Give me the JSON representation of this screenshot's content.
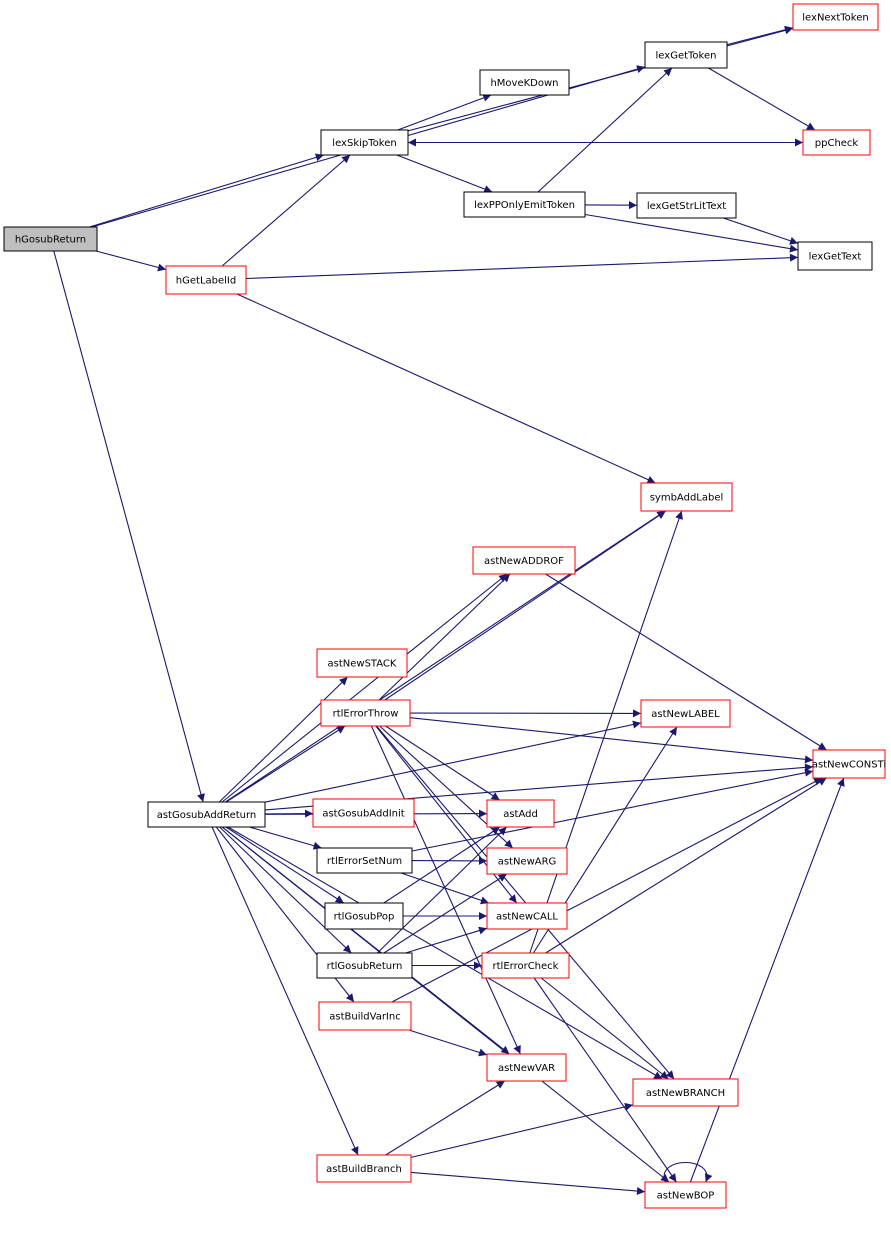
{
  "colors": {
    "edge": "#191970",
    "border_default": "#000000",
    "border_alert": "#ff0000",
    "fill_default": "#ffffff",
    "fill_root": "#bfbfbf"
  },
  "nodes": [
    {
      "id": "hGosubReturn",
      "label": "hGosubReturn",
      "style": "root"
    },
    {
      "id": "lexNextToken",
      "label": "lexNextToken",
      "style": "red"
    },
    {
      "id": "lexGetToken",
      "label": "lexGetToken",
      "style": "black"
    },
    {
      "id": "hMoveKDown",
      "label": "hMoveKDown",
      "style": "black"
    },
    {
      "id": "lexSkipToken",
      "label": "lexSkipToken",
      "style": "black"
    },
    {
      "id": "ppCheck",
      "label": "ppCheck",
      "style": "red"
    },
    {
      "id": "lexPPOnlyEmitToken",
      "label": "lexPPOnlyEmitToken",
      "style": "black"
    },
    {
      "id": "lexGetStrLitText",
      "label": "lexGetStrLitText",
      "style": "black"
    },
    {
      "id": "lexGetText",
      "label": "lexGetText",
      "style": "black"
    },
    {
      "id": "hGetLabelId",
      "label": "hGetLabelId",
      "style": "red"
    },
    {
      "id": "symbAddLabel",
      "label": "symbAddLabel",
      "style": "red"
    },
    {
      "id": "astNewADDROF",
      "label": "astNewADDROF",
      "style": "red"
    },
    {
      "id": "astNewSTACK",
      "label": "astNewSTACK",
      "style": "red"
    },
    {
      "id": "rtlErrorThrow",
      "label": "rtlErrorThrow",
      "style": "red"
    },
    {
      "id": "astNewLABEL",
      "label": "astNewLABEL",
      "style": "red"
    },
    {
      "id": "astNewCONSTi",
      "label": "astNewCONSTi",
      "style": "red"
    },
    {
      "id": "astGosubAddReturn",
      "label": "astGosubAddReturn",
      "style": "black"
    },
    {
      "id": "astGosubAddInit",
      "label": "astGosubAddInit",
      "style": "red"
    },
    {
      "id": "astAdd",
      "label": "astAdd",
      "style": "red"
    },
    {
      "id": "rtlErrorSetNum",
      "label": "rtlErrorSetNum",
      "style": "black"
    },
    {
      "id": "astNewARG",
      "label": "astNewARG",
      "style": "red"
    },
    {
      "id": "rtlGosubPop",
      "label": "rtlGosubPop",
      "style": "black"
    },
    {
      "id": "astNewCALL",
      "label": "astNewCALL",
      "style": "red"
    },
    {
      "id": "rtlGosubReturn",
      "label": "rtlGosubReturn",
      "style": "black"
    },
    {
      "id": "rtlErrorCheck",
      "label": "rtlErrorCheck",
      "style": "red"
    },
    {
      "id": "astBuildVarInc",
      "label": "astBuildVarInc",
      "style": "red"
    },
    {
      "id": "astNewVAR",
      "label": "astNewVAR",
      "style": "red"
    },
    {
      "id": "astNewBRANCH",
      "label": "astNewBRANCH",
      "style": "red"
    },
    {
      "id": "astBuildBranch",
      "label": "astBuildBranch",
      "style": "red"
    },
    {
      "id": "astNewBOP",
      "label": "astNewBOP",
      "style": "red"
    }
  ],
  "edges": [
    [
      "hGosubReturn",
      "lexGetToken"
    ],
    [
      "hGosubReturn",
      "lexSkipToken"
    ],
    [
      "hGosubReturn",
      "hGetLabelId"
    ],
    [
      "hGosubReturn",
      "astGosubAddReturn"
    ],
    [
      "lexGetToken",
      "lexNextToken"
    ],
    [
      "lexGetToken",
      "ppCheck"
    ],
    [
      "lexSkipToken",
      "lexNextToken"
    ],
    [
      "lexSkipToken",
      "hMoveKDown"
    ],
    [
      "lexSkipToken",
      "ppCheck"
    ],
    [
      "lexSkipToken",
      "lexPPOnlyEmitToken"
    ],
    [
      "ppCheck",
      "lexSkipToken"
    ],
    [
      "lexPPOnlyEmitToken",
      "lexGetToken"
    ],
    [
      "lexPPOnlyEmitToken",
      "lexGetStrLitText"
    ],
    [
      "lexPPOnlyEmitToken",
      "lexGetText"
    ],
    [
      "lexGetStrLitText",
      "lexGetText"
    ],
    [
      "hGetLabelId",
      "lexSkipToken"
    ],
    [
      "hGetLabelId",
      "lexGetText"
    ],
    [
      "hGetLabelId",
      "symbAddLabel"
    ],
    [
      "astGosubAddReturn",
      "symbAddLabel"
    ],
    [
      "astGosubAddReturn",
      "astNewCONSTi"
    ],
    [
      "astGosubAddReturn",
      "astNewLABEL"
    ],
    [
      "astGosubAddReturn",
      "astNewADDROF"
    ],
    [
      "astGosubAddReturn",
      "astNewSTACK"
    ],
    [
      "astGosubAddReturn",
      "rtlErrorThrow"
    ],
    [
      "astGosubAddReturn",
      "astAdd"
    ],
    [
      "astGosubAddReturn",
      "astGosubAddInit"
    ],
    [
      "astGosubAddReturn",
      "rtlErrorSetNum"
    ],
    [
      "astGosubAddReturn",
      "rtlGosubPop"
    ],
    [
      "astGosubAddReturn",
      "rtlGosubReturn"
    ],
    [
      "astGosubAddReturn",
      "astBuildVarInc"
    ],
    [
      "astGosubAddReturn",
      "astNewVAR"
    ],
    [
      "astGosubAddReturn",
      "astNewBRANCH"
    ],
    [
      "astGosubAddReturn",
      "astBuildBranch"
    ],
    [
      "astGosubAddReturn",
      "astNewBOP"
    ],
    [
      "astNewADDROF",
      "astNewCONSTi"
    ],
    [
      "rtlErrorThrow",
      "astNewADDROF"
    ],
    [
      "rtlErrorThrow",
      "symbAddLabel"
    ],
    [
      "rtlErrorThrow",
      "astNewLABEL"
    ],
    [
      "rtlErrorThrow",
      "astNewCONSTi"
    ],
    [
      "rtlErrorThrow",
      "astAdd"
    ],
    [
      "rtlErrorThrow",
      "astNewARG"
    ],
    [
      "rtlErrorThrow",
      "astNewCALL"
    ],
    [
      "rtlErrorThrow",
      "astNewVAR"
    ],
    [
      "rtlErrorThrow",
      "astNewBRANCH"
    ],
    [
      "rtlErrorSetNum",
      "astNewARG"
    ],
    [
      "rtlErrorSetNum",
      "astNewCALL"
    ],
    [
      "rtlErrorSetNum",
      "astNewCONSTi"
    ],
    [
      "rtlGosubPop",
      "astAdd"
    ],
    [
      "rtlGosubPop",
      "astNewCALL"
    ],
    [
      "rtlGosubReturn",
      "astAdd"
    ],
    [
      "rtlGosubReturn",
      "astNewARG"
    ],
    [
      "rtlGosubReturn",
      "astNewCALL"
    ],
    [
      "rtlGosubReturn",
      "rtlErrorCheck"
    ],
    [
      "rtlErrorCheck",
      "symbAddLabel"
    ],
    [
      "rtlErrorCheck",
      "astNewLABEL"
    ],
    [
      "rtlErrorCheck",
      "astNewCONSTi"
    ],
    [
      "rtlErrorCheck",
      "astNewBRANCH"
    ],
    [
      "rtlErrorCheck",
      "astNewBOP"
    ],
    [
      "astBuildVarInc",
      "astNewCONSTi"
    ],
    [
      "astBuildVarInc",
      "astNewVAR"
    ],
    [
      "astBuildBranch",
      "astNewVAR"
    ],
    [
      "astBuildBranch",
      "astNewBRANCH"
    ],
    [
      "astBuildBranch",
      "astNewBOP"
    ],
    [
      "astNewBOP",
      "astNewBOP"
    ],
    [
      "astNewBOP",
      "astNewCONSTi"
    ]
  ]
}
